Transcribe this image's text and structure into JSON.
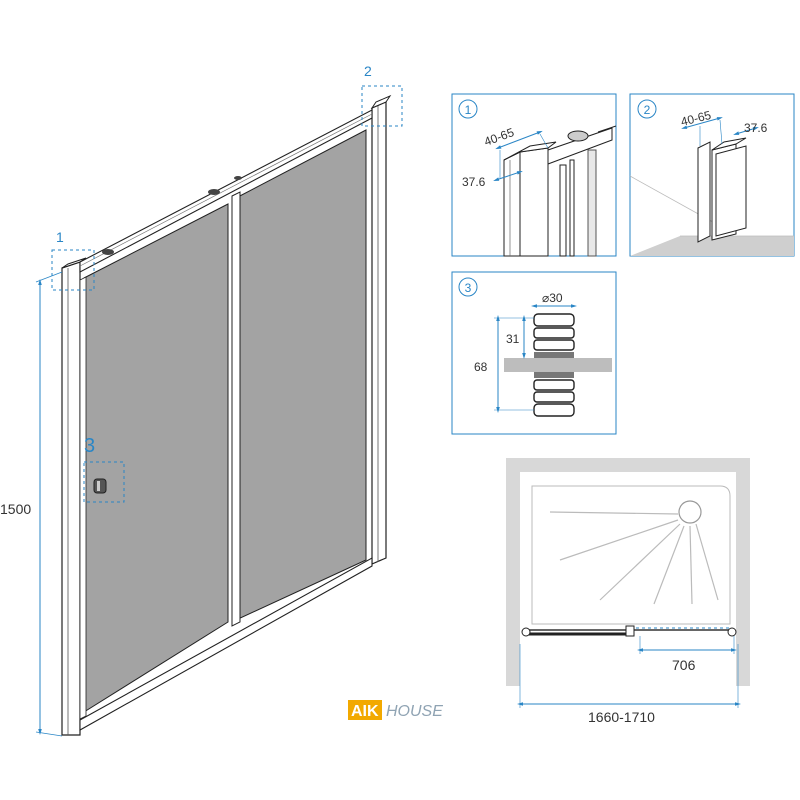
{
  "main": {
    "height_label": "1500",
    "callout_1": "1",
    "callout_2": "2",
    "callout_3": "3"
  },
  "detail_1": {
    "number": "1",
    "width_range": "40-65",
    "depth": "37.6"
  },
  "detail_2": {
    "number": "2",
    "width_range": "40-65",
    "depth": "37.6"
  },
  "detail_3": {
    "number": "3",
    "diameter": "⌀30",
    "knob_depth": "31",
    "total_depth": "68"
  },
  "plan": {
    "opening_width": "706",
    "install_width": "1660-1710"
  },
  "brand": {
    "part1": "AIK",
    "part2": "HOUSE",
    "color1": "#f2a900",
    "color2": "#8fa3b3"
  },
  "colors": {
    "accent": "#2a86c6",
    "glass": "#a3a3a3"
  }
}
